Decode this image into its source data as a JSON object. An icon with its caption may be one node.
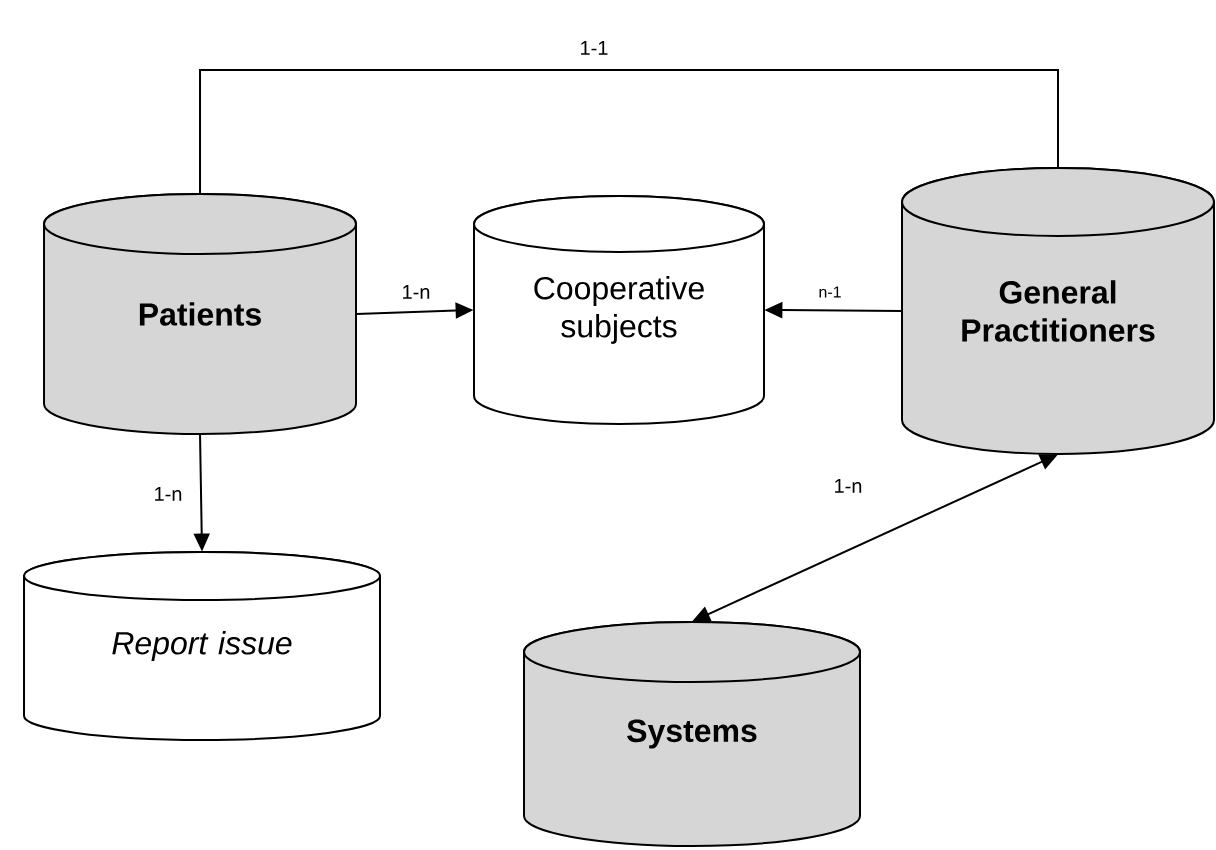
{
  "diagram": {
    "nodes": [
      {
        "text": [
          "Patients"
        ]
      },
      {
        "text": [
          "Cooperative subjects"
        ]
      },
      {
        "text": [
          "General Practitioners"
        ]
      },
      {
        "text": [
          "Report issue"
        ]
      },
      {
        "text": [
          "Systems"
        ]
      }
    ],
    "edges": [
      {
        "from": 0,
        "to": 2,
        "arrow": "none",
        "label": "1-1"
      },
      {
        "from": 0,
        "to": 1,
        "arrow": "to",
        "label": "1-n"
      },
      {
        "from": 2,
        "to": 1,
        "arrow": "to",
        "label": "n-1"
      },
      {
        "from": 0,
        "to": 3,
        "arrow": "to",
        "label": "1-n"
      },
      {
        "from": 2,
        "to": 4,
        "arrow": "both",
        "label": "1-n"
      }
    ]
  }
}
